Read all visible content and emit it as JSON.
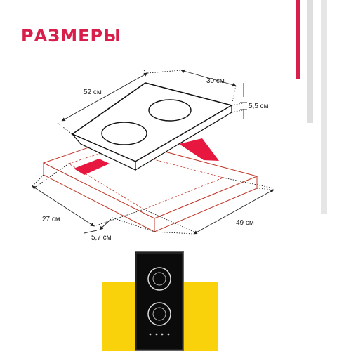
{
  "title": "РАЗМЕРЫ",
  "colors": {
    "accent": "#d81e4a",
    "yellow": "#f9d20c",
    "glass": "#111111"
  },
  "dimensions": {
    "length": "52 см",
    "width": "30 см",
    "height": "5,5 см",
    "cutout_width": "27 см",
    "offset": "5,7 см",
    "cutout_length": "49 см"
  },
  "icons": [
    "cooktop-glass-icon",
    "burner-icon",
    "countertop-icon",
    "product-photo"
  ]
}
